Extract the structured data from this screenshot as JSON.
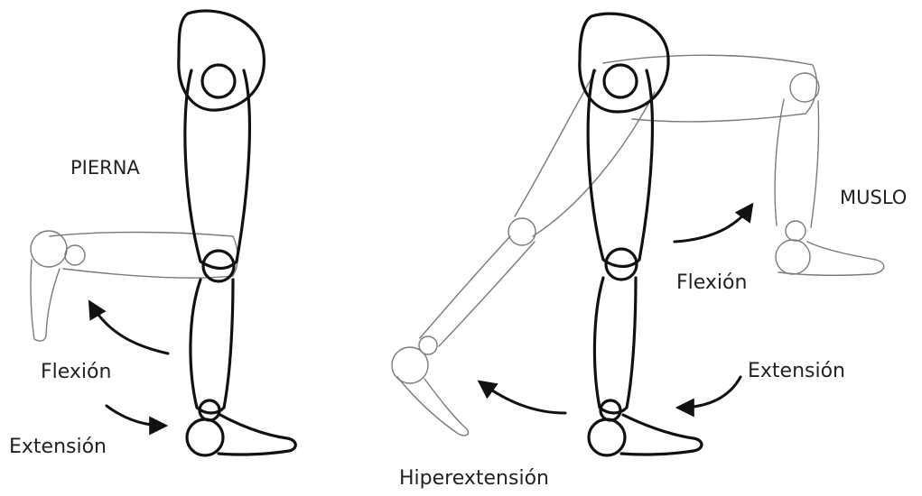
{
  "labels": {
    "pierna": "PIERNA",
    "muslo": "MUSLO",
    "flexion_left": "Flexión",
    "extension_left": "Extensión",
    "flexion_right": "Flexión",
    "extension_right": "Extensión",
    "hiperextension": "Hiperextensión"
  },
  "colors": {
    "bold_stroke": "#111111",
    "thin_stroke": "#7a7a7a",
    "text": "#222222",
    "background": "#ffffff"
  }
}
